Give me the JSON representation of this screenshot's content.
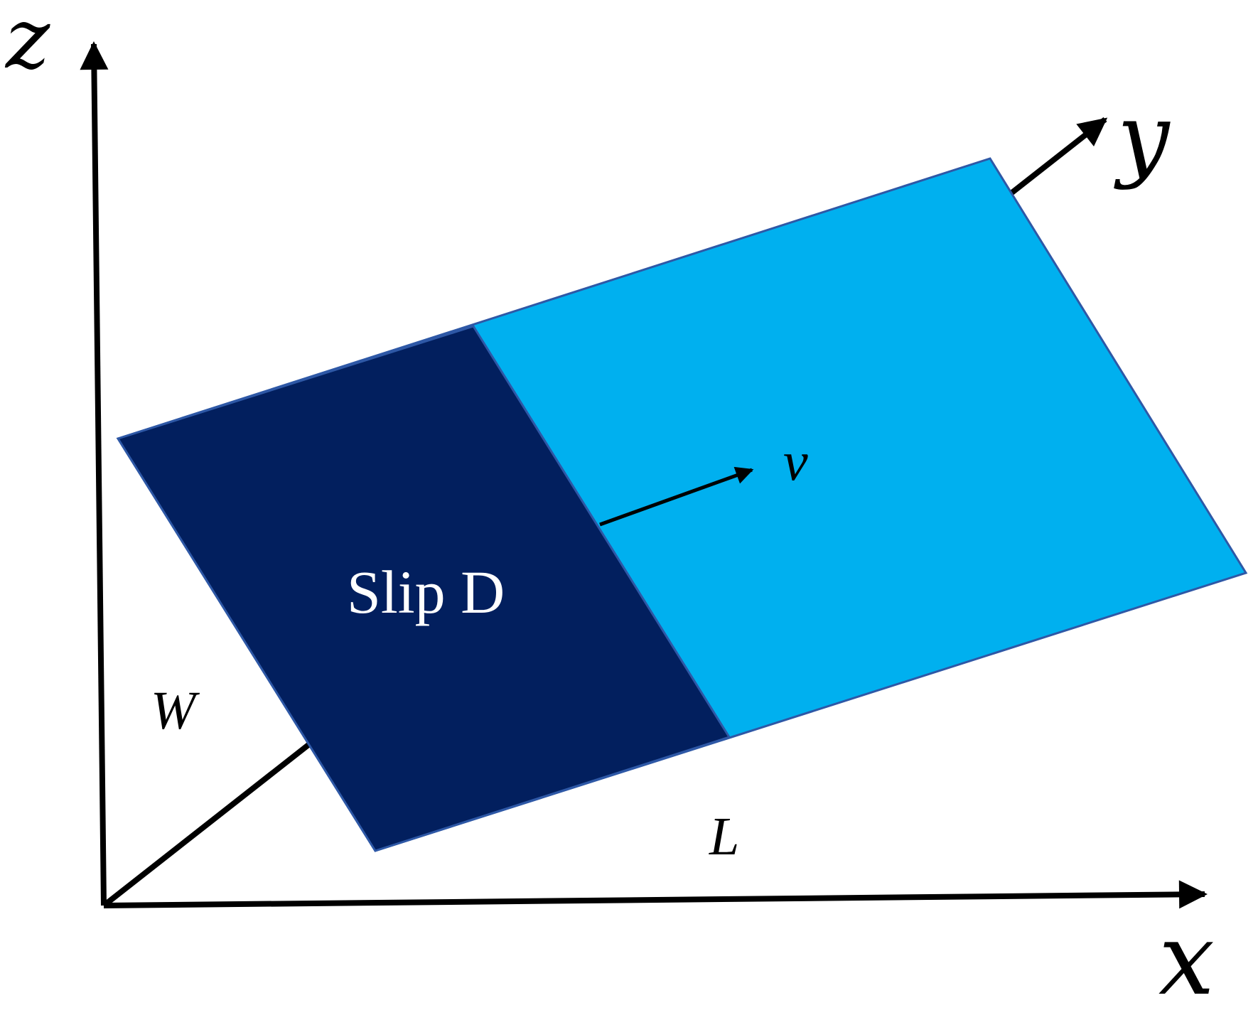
{
  "axes": {
    "z_label": "z",
    "y_label": "y",
    "x_label": "x"
  },
  "fault": {
    "slip_label": "Slip D",
    "velocity_label": "v",
    "width_label": "W",
    "length_label": "L"
  },
  "colors": {
    "slip_patch": "#021f5e",
    "fault_plane": "#00b0ef",
    "plane_edge": "#2e58a6",
    "axis": "#000000"
  }
}
